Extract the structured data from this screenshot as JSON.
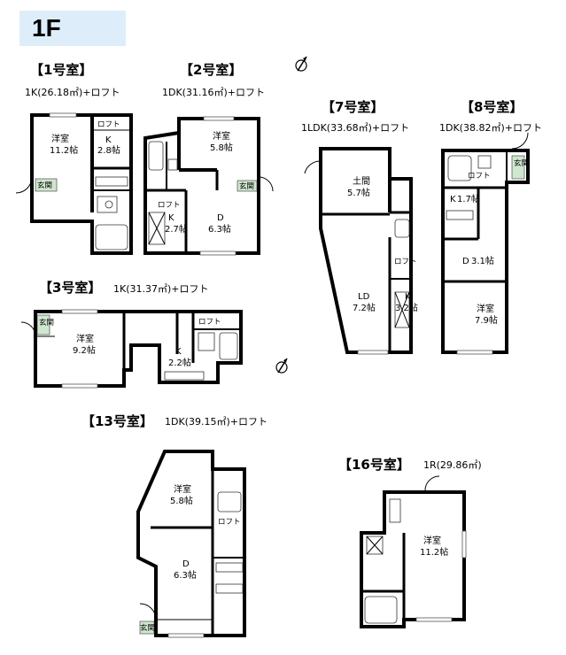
{
  "floor": "1F",
  "labels": {
    "loft": "ロフト",
    "genkan": "玄関",
    "yoshitsu": "洋室",
    "doma": "土間"
  },
  "units": [
    {
      "id": "u1",
      "title": "【1号室】",
      "spec": "1K(26.18㎡)+ロフト",
      "rooms": [
        {
          "name": "洋室",
          "size": "11.2帖"
        },
        {
          "name": "K",
          "size": "2.8帖"
        }
      ]
    },
    {
      "id": "u2",
      "title": "【2号室】",
      "spec": "1DK(31.16㎡)+ロフト",
      "rooms": [
        {
          "name": "洋室",
          "size": "5.8帖"
        },
        {
          "name": "K",
          "size": "2.7帖"
        },
        {
          "name": "D",
          "size": "6.3帖"
        }
      ]
    },
    {
      "id": "u7",
      "title": "【7号室】",
      "spec": "1LDK(33.68㎡)+ロフト",
      "rooms": [
        {
          "name": "土間",
          "size": "5.7帖"
        },
        {
          "name": "LD",
          "size": "7.2帖"
        },
        {
          "name": "K",
          "size": "3.2帖"
        }
      ]
    },
    {
      "id": "u8",
      "title": "【8号室】",
      "spec": "1DK(38.82㎡)+ロフト",
      "rooms": [
        {
          "name": "K",
          "size": "1.7帖"
        },
        {
          "name": "D",
          "size": "3.1帖"
        },
        {
          "name": "洋室",
          "size": "7.9帖"
        }
      ]
    },
    {
      "id": "u3",
      "title": "【3号室】",
      "spec": "1K(31.37㎡)+ロフト",
      "rooms": [
        {
          "name": "洋室",
          "size": "9.2帖"
        },
        {
          "name": "K",
          "size": "2.2帖"
        }
      ]
    },
    {
      "id": "u13",
      "title": "【13号室】",
      "spec": "1DK(39.15㎡)+ロフト",
      "rooms": [
        {
          "name": "洋室",
          "size": "5.8帖"
        },
        {
          "name": "D",
          "size": "6.3帖"
        }
      ]
    },
    {
      "id": "u16",
      "title": "【16号室】",
      "spec": "1R(29.86㎡)",
      "rooms": [
        {
          "name": "洋室",
          "size": "11.2帖"
        }
      ]
    }
  ]
}
